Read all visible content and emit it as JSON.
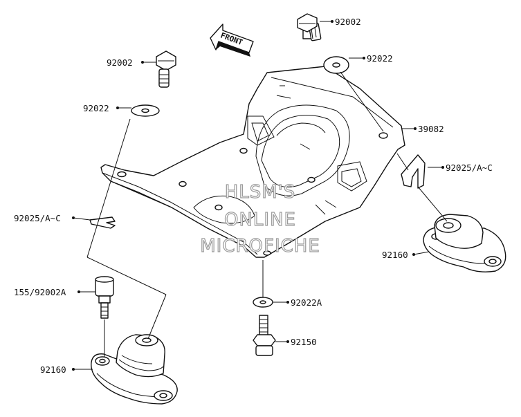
{
  "direction_label": "FRONT",
  "watermark": [
    "HLSM'S",
    "ONLINE",
    "MICROFICHE"
  ],
  "parts": [
    {
      "label": "92002"
    },
    {
      "label": "92022"
    },
    {
      "label": "92002"
    },
    {
      "label": "92022"
    },
    {
      "label": "39082"
    },
    {
      "label": "92025/A~C"
    },
    {
      "label": "92025/A~C"
    },
    {
      "label": "92160"
    },
    {
      "label": "155/92002A"
    },
    {
      "label": "92022A"
    },
    {
      "label": "92150"
    },
    {
      "label": "92160"
    }
  ]
}
